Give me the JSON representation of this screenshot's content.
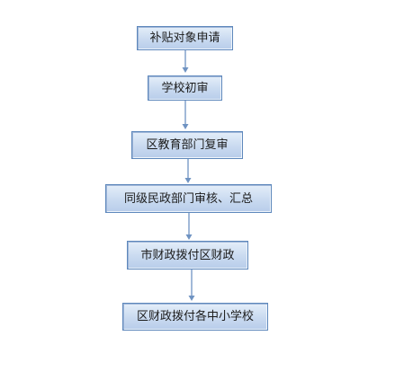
{
  "flowchart": {
    "steps": [
      {
        "id": "step-1",
        "label": "补贴对象申请"
      },
      {
        "id": "step-2",
        "label": "学校初审"
      },
      {
        "id": "step-3",
        "label": "区教育部门复审"
      },
      {
        "id": "step-4",
        "label": "同级民政部门审核、汇总"
      },
      {
        "id": "step-5",
        "label": "市财政拨付区财政"
      },
      {
        "id": "step-6",
        "label": "区财政拨付各中小学校"
      }
    ],
    "colors": {
      "box_border": "#5e88bc",
      "box_fill_top": "#e4eef9",
      "box_fill_bottom": "#b8cdea",
      "arrow": "#6f93c2",
      "text": "#1c1c1c"
    }
  }
}
